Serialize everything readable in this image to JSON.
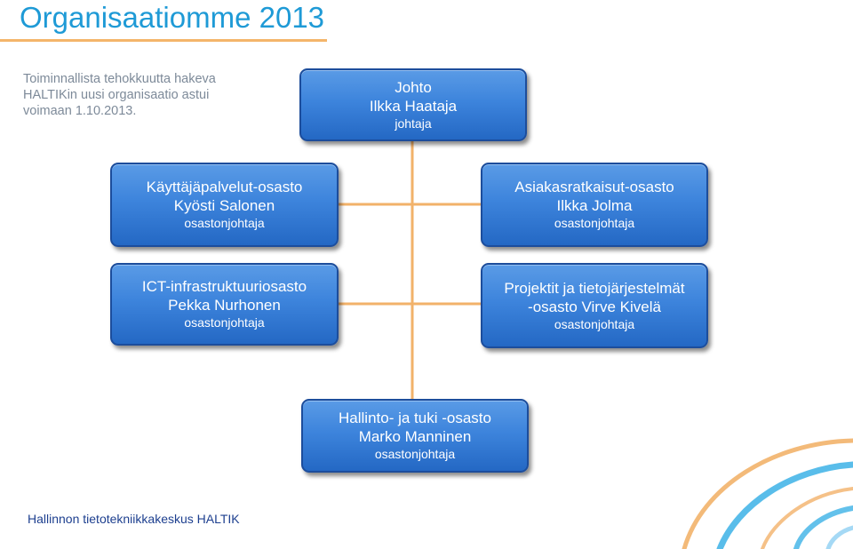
{
  "title": "Organisaatiomme 2013",
  "intro": {
    "line1": "Toiminnallista tehokkuutta hakeva",
    "line2": "HALTIKin uusi organisaatio astui",
    "line3": "voimaan 1.10.2013."
  },
  "boxes": {
    "johto": {
      "l1": "Johto",
      "l2": "Ilkka Haataja",
      "l3": "johtaja"
    },
    "kayttaja": {
      "l1": "Käyttäjäpalvelut-osasto",
      "l2": "Kyösti Salonen",
      "l3": "osastonjohtaja"
    },
    "asiakas": {
      "l1": "Asiakasratkaisut-osasto",
      "l2": "Ilkka Jolma",
      "l3": "osastonjohtaja"
    },
    "ict": {
      "l1": "ICT-infrastruktuuriosasto",
      "l2": "Pekka Nurhonen",
      "l3": "osastonjohtaja"
    },
    "projektit": {
      "l1": "Projektit ja tietojärjestelmät",
      "l2": "-osasto Virve Kivelä",
      "l3": "osastonjohtaja"
    },
    "hallinto": {
      "l1": "Hallinto- ja tuki -osasto",
      "l2": "Marko Manninen",
      "l3": "osastonjohtaja"
    }
  },
  "footer": "Hallinnon tietotekniikkakeskus HALTIK",
  "colors": {
    "title": "#1e9ad6",
    "accent_rule": "#f4b56a",
    "connector": "#f2b26a",
    "box_fill": "#3d84dc",
    "box_border": "#1c4d9c",
    "footer": "#1d3f8f"
  }
}
